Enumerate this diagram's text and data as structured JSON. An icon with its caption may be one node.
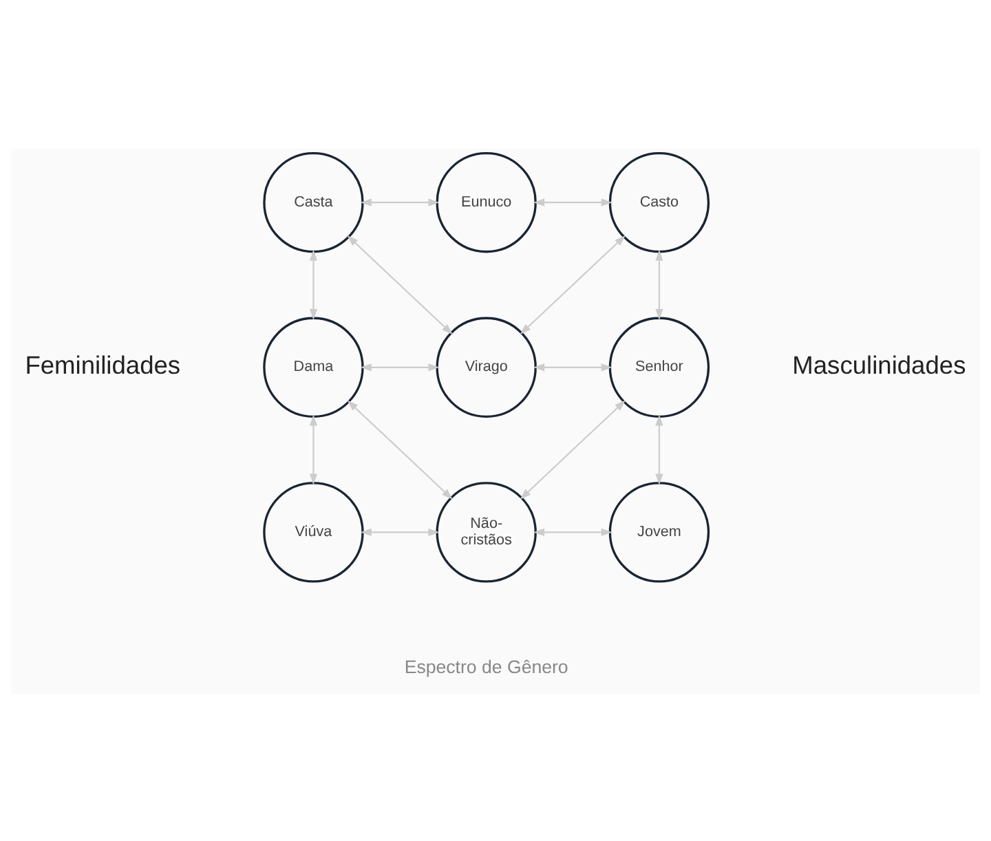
{
  "diagram": {
    "nodes": [
      {
        "text": [
          "Casta"
        ]
      },
      {
        "text": [
          "Eunuco"
        ]
      },
      {
        "text": [
          "Casto"
        ]
      },
      {
        "text": [
          "Dama"
        ]
      },
      {
        "text": [
          "Virago"
        ]
      },
      {
        "text": [
          "Senhor"
        ]
      },
      {
        "text": [
          "Viúva"
        ]
      },
      {
        "text": [
          "Não- cristãos"
        ]
      },
      {
        "text": [
          "Jovem"
        ]
      }
    ],
    "edges": [
      {
        "from": 0,
        "to": 1,
        "arrow": "both"
      },
      {
        "from": 1,
        "to": 2,
        "arrow": "both"
      },
      {
        "from": 0,
        "to": 3,
        "arrow": "both"
      },
      {
        "from": 0,
        "to": 4,
        "arrow": "both"
      },
      {
        "from": 2,
        "to": 4,
        "arrow": "both"
      },
      {
        "from": 2,
        "to": 5,
        "arrow": "both"
      },
      {
        "from": 3,
        "to": 4,
        "arrow": "both"
      },
      {
        "from": 4,
        "to": 5,
        "arrow": "both"
      },
      {
        "from": 3,
        "to": 7,
        "arrow": "both"
      },
      {
        "from": 5,
        "to": 7,
        "arrow": "both"
      },
      {
        "from": 3,
        "to": 6,
        "arrow": "both"
      },
      {
        "from": 5,
        "to": 8,
        "arrow": "both"
      },
      {
        "from": 6,
        "to": 7,
        "arrow": "both"
      },
      {
        "from": 7,
        "to": 8,
        "arrow": "both"
      }
    ],
    "labels": [
      "Feminilidades",
      "Masculinidades",
      "Espectro de Gênero"
    ]
  }
}
